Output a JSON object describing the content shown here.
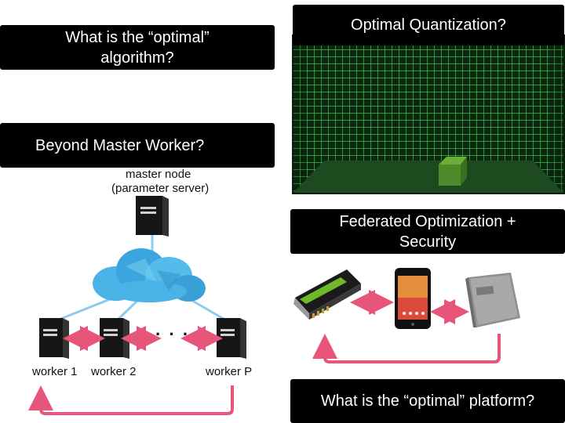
{
  "boxes": {
    "optimal_algorithm": "What is the “optimal” algorithm?",
    "optimal_quantization": "Optimal Quantization?",
    "beyond_master_worker": "Beyond Master Worker?",
    "federated_security": "Federated Optimization + Security",
    "optimal_platform": "What is the “optimal” platform?"
  },
  "diagram": {
    "master_label_line1": "master node",
    "master_label_line2": "(parameter server)",
    "workers": [
      "worker 1",
      "worker 2",
      "worker P"
    ],
    "ellipsis": "· · · ·"
  },
  "colors": {
    "arrow_pink": "#e8557a",
    "cloud_blue": "#4ab3e6",
    "link_blue": "#8ecbf0",
    "grid_green": "#39d14a",
    "room_dark": "#0f2a12"
  },
  "icons": [
    "server-icon",
    "cloud-icon",
    "gpu-card-icon",
    "smartphone-icon",
    "cpu-chip-icon",
    "green-cube-icon"
  ]
}
